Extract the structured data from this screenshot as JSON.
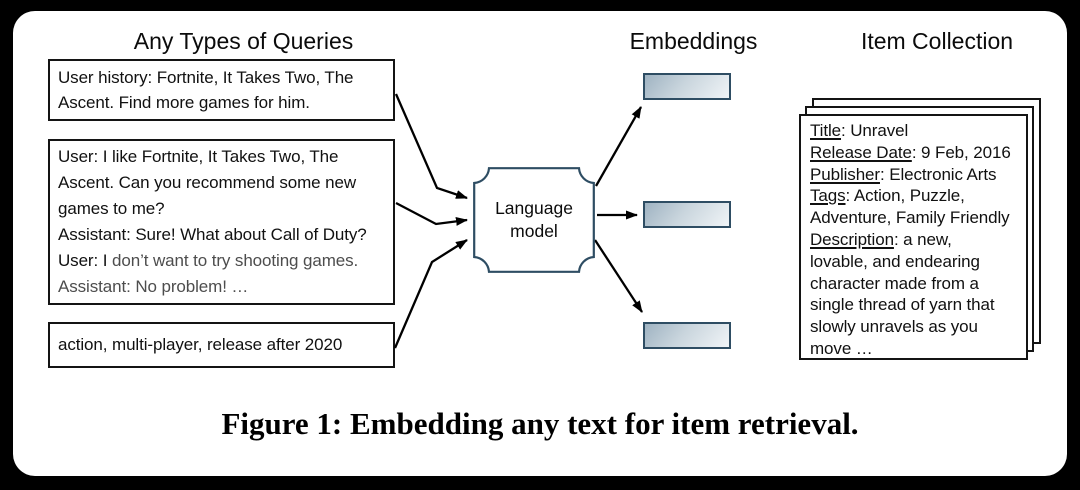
{
  "headers": {
    "queries": "Any Types of Queries",
    "embeddings": "Embeddings",
    "items": "Item Collection"
  },
  "query_boxes": {
    "box1": {
      "lines": [
        "User history: Fortnite, It Takes Two, The",
        "Ascent. Find more games for him."
      ]
    },
    "box2": {
      "lines": [
        {
          "black": "User: I like Fortnite, It Takes Two, The",
          "gray": ""
        },
        {
          "black": "Ascent. Can you recommend some new",
          "gray": ""
        },
        {
          "black": "games to me?",
          "gray": ""
        },
        {
          "black": "Assistant: Sure! What about Call of Duty?",
          "gray": ""
        },
        {
          "black": "User: I ",
          "gray": "don’t want to try shooting games."
        },
        {
          "black": "",
          "gray": "Assistant: No problem! …"
        }
      ]
    },
    "box3": {
      "text": "action, multi-player, release after 2020"
    }
  },
  "language_model": {
    "line1": "Language",
    "line2": "model"
  },
  "embeddings": {
    "count": 3
  },
  "item_card": {
    "lines": [
      {
        "u": "Title",
        "t": ": Unravel"
      },
      {
        "u": "Release Date",
        "t": ": 9 Feb, 2016"
      },
      {
        "u": "Publisher",
        "t": ": Electronic Arts"
      },
      {
        "u": "Tags",
        "t": ": Action, Puzzle,"
      },
      {
        "u": "",
        "t": "Adventure, Family Friendly"
      },
      {
        "u": "Description",
        "t": ": a new,"
      },
      {
        "u": "",
        "t": "lovable, and endearing"
      },
      {
        "u": "",
        "t": "character made from a"
      },
      {
        "u": "",
        "t": "single thread of yarn that"
      },
      {
        "u": "",
        "t": "slowly unravels as you"
      },
      {
        "u": "",
        "t": "move …"
      }
    ]
  },
  "caption": "Figure 1: Embedding any text for item retrieval.",
  "colors": {
    "diagram_accent_border": "#2e4d63",
    "embedding_fill_dark": "#9fb3c2",
    "embedding_fill_light": "#f0f4f7",
    "secondary_text": "#4d4d4d",
    "frame_background": "#000000",
    "panel_background": "#ffffff"
  }
}
